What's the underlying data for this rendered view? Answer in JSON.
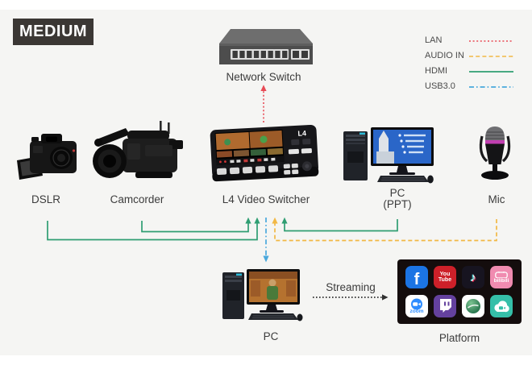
{
  "badge": {
    "label": "MEDIUM",
    "bg": "#3b3734",
    "fg": "#ffffff"
  },
  "legend": {
    "items": [
      {
        "label": "LAN",
        "color": "#e84a55",
        "style": "dotted"
      },
      {
        "label": "AUDIO IN",
        "color": "#f2b844",
        "style": "dashed"
      },
      {
        "label": "HDMI",
        "color": "#2f9e72",
        "style": "solid"
      },
      {
        "label": "USB3.0",
        "color": "#49a8dc",
        "style": "dash-dot"
      }
    ]
  },
  "nodes": {
    "network_switch": {
      "label": "Network Switch"
    },
    "dslr": {
      "label": "DSLR"
    },
    "camcorder": {
      "label": "Camcorder"
    },
    "switcher": {
      "label": "L4 Video Switcher",
      "logo": "L4"
    },
    "pc_ppt": {
      "label_line1": "PC",
      "label_line2": "(PPT)"
    },
    "mic": {
      "label": "Mic"
    },
    "pc_stream": {
      "label": "PC"
    },
    "platform": {
      "label": "Platform",
      "box_bg": "#140d0d",
      "apps": [
        {
          "name": "facebook",
          "glyph": "f",
          "bg": "#1b74e4",
          "fg": "#ffffff"
        },
        {
          "name": "youtube",
          "line1": "You",
          "line2": "Tube",
          "bg": "#cd2029",
          "fg": "#ffffff"
        },
        {
          "name": "tiktok",
          "glyph": "♪",
          "bg": "#171420",
          "fg": "#ffffff"
        },
        {
          "name": "bilibili",
          "text": "bilibili",
          "bg": "#f08bb0",
          "fg": "#ffffff"
        },
        {
          "name": "zoom",
          "text": "zoom",
          "bg": "#ffffff",
          "fg": "#2d8cff"
        },
        {
          "name": "twitch",
          "bg": "#64419e",
          "fg": "#ffffff"
        },
        {
          "name": "green-sphere-live",
          "bg": "#ffffff",
          "fg": "#2c7d4f"
        },
        {
          "name": "cloud-meeting",
          "bg": "#35bfa9",
          "fg": "#ffffff"
        }
      ]
    }
  },
  "streaming": {
    "label": "Streaming",
    "color": "#2f2f2f"
  },
  "connections": [
    {
      "from": "L4 Video Switcher",
      "to": "Network Switch",
      "type": "LAN"
    },
    {
      "from": "DSLR",
      "to": "L4 Video Switcher",
      "type": "HDMI"
    },
    {
      "from": "Camcorder",
      "to": "L4 Video Switcher",
      "type": "HDMI"
    },
    {
      "from": "PC (PPT)",
      "to": "L4 Video Switcher",
      "type": "HDMI"
    },
    {
      "from": "Mic",
      "to": "L4 Video Switcher",
      "type": "AUDIO IN"
    },
    {
      "from": "L4 Video Switcher",
      "to": "PC",
      "type": "USB3.0"
    },
    {
      "from": "PC",
      "to": "Platform",
      "type": "Streaming"
    }
  ]
}
